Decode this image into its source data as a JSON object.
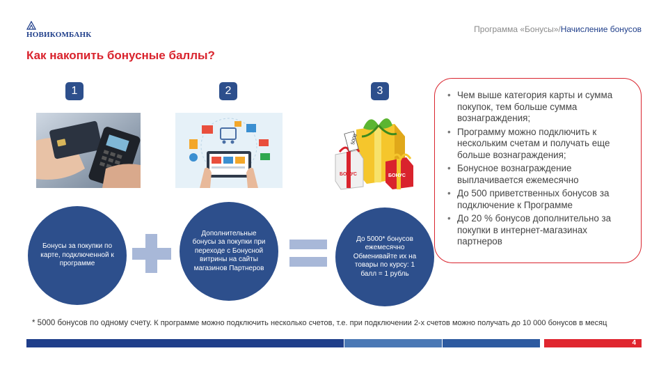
{
  "logo": {
    "text": "НОВИКОМБАНК",
    "color": "#1f3e8a"
  },
  "breadcrumb": {
    "section": "Программа «Бонусы»/",
    "current": "Начисление бонусов"
  },
  "page_title": "Как накопить бонусные баллы?",
  "steps": [
    {
      "number": "1",
      "image": "card-payment-terminal",
      "circle_text": "Бонусы за покупки по карте, подключенной к программе"
    },
    {
      "number": "2",
      "image": "online-shopping-tablet",
      "circle_text": "Дополнительные бонусы за покупки при переходе с Бонусной витрины на сайты магазинов Партнеров"
    },
    {
      "number": "3",
      "image": "bonus-gift-boxes",
      "circle_text": "До 5000* бонусов ежемесячно Обменивайте их на товары по курсу: 1 балл = 1 рубль"
    }
  ],
  "operators": {
    "plus": "plus-icon",
    "equals": "equals-icon"
  },
  "gift_labels": {
    "tag": "5000",
    "box1": "БОНУС",
    "box2": "БОНУС"
  },
  "info_points": [
    "Чем выше категория карты и сумма покупок, тем больше сумма вознаграждения;",
    "Программу можно подключить к нескольким счетам и получать еще больше вознаграждения;",
    "Бонусное вознаграждение выплачивается ежемесячно",
    "До 500 приветственных бонусов за подключение к Программе",
    "До 20 % бонусов дополнительно за покупки в интернет-магазинах партнеров"
  ],
  "footnote": {
    "lead": "* 5000 бонусов по одному счету.",
    "rest": " К программе можно подключить несколько счетов, т.е. при подключении 2-х счетов можно получать до 10 000 бонусов в месяц"
  },
  "page_number": "4",
  "colors": {
    "brand_blue": "#2d4f8c",
    "dark_blue": "#1f3e8a",
    "accent_red": "#d9232d",
    "light_blue": "#a8b8d8"
  }
}
